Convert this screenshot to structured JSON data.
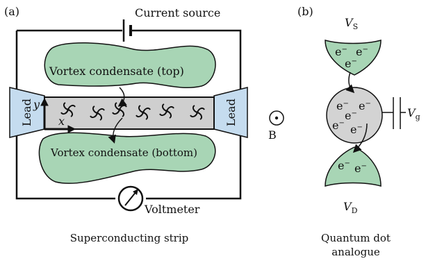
{
  "panel_a": {
    "tag": "(a)",
    "current_source": "Current source",
    "vortex_top": "Vortex condensate (top)",
    "vortex_bottom": "Vortex condensate (bottom)",
    "lead_left": "Lead",
    "lead_right": "Lead",
    "axis_x": "x",
    "axis_y": "y",
    "field_label": "B",
    "voltmeter": "Voltmeter",
    "caption": "Superconducting strip"
  },
  "panel_b": {
    "tag": "(b)",
    "vs_base": "V",
    "vs_sub": "S",
    "vd_base": "V",
    "vd_sub": "D",
    "vg_base": "V",
    "vg_sub": "g",
    "electron": "e",
    "electron_charge": "−",
    "caption_line1": "Quantum dot",
    "caption_line2": "analogue"
  },
  "colors": {
    "condensate_fill": "#a8d5b5",
    "lead_fill": "#c5dcef",
    "strip_fill": "#cfcfcf",
    "dot_fill": "#d3d3d3",
    "stroke": "#111111"
  }
}
